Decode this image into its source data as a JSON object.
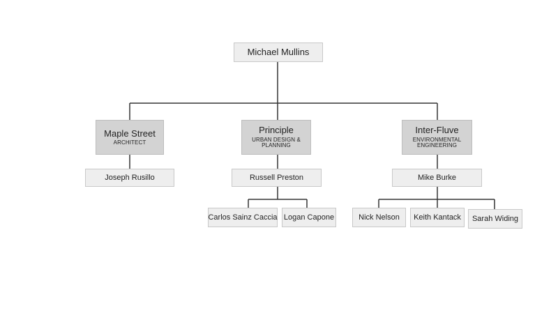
{
  "org_chart": {
    "root": {
      "name": "Michael Mullins"
    },
    "departments": [
      {
        "name": "Maple Street",
        "subtitle": [
          "ARCHITECT"
        ],
        "lead": "Joseph Rusillo",
        "members": []
      },
      {
        "name": "Principle",
        "subtitle": [
          "URBAN DESIGN &",
          "PLANNING"
        ],
        "lead": "Russell Preston",
        "members": [
          "Carlos Sainz Caccia",
          "Logan Capone"
        ]
      },
      {
        "name": "Inter-Fluve",
        "subtitle": [
          "ENVIRONMENTAL",
          "ENGINEERING"
        ],
        "lead": "Mike Burke",
        "members": [
          "Nick Nelson",
          "Keith Kantack",
          "Sarah Widing"
        ]
      }
    ]
  },
  "colors": {
    "line": "#333333",
    "department_fill": "#d3d3d3",
    "person_fill": "#eeeeee",
    "border": "#c8c8c8"
  }
}
